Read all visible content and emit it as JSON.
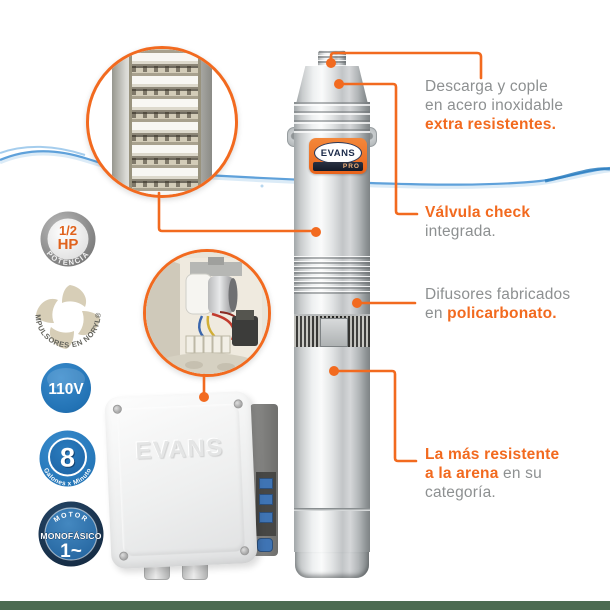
{
  "pump_label": {
    "brand": "EVANS",
    "series": "PRO"
  },
  "control_box": {
    "brand": "EVANS"
  },
  "badges": {
    "power": {
      "value": "1/2",
      "unit": "HP",
      "ring_label": "POTENCIA"
    },
    "impellers": {
      "ring_label": "IMPULSORES EN NORYL®"
    },
    "voltage": {
      "value": "110V"
    },
    "flow": {
      "value": "8",
      "ring_label": "Galones x Minuto"
    },
    "motor": {
      "top_label": "MOTOR",
      "name": "MONOFÁSICO",
      "phase": "1~"
    }
  },
  "callouts": {
    "discharge": {
      "line1": "Descarga y cople",
      "line2": "en acero inoxidable",
      "line3_bold": "extra resistentes."
    },
    "check_valve": {
      "line1_bold": "Válvula check",
      "line2": "integrada."
    },
    "diffusers": {
      "line1": "Difusores fabricados",
      "line2_prefix": "en ",
      "line2_bold": "policarbonato."
    },
    "sand": {
      "line1_bold": "La más resistente",
      "line2_bold": "a la arena",
      "line2_rest": " en su",
      "line3": "categoría."
    }
  },
  "colors": {
    "accent_orange": "#F26A1F",
    "text_gray": "#8D9091",
    "water_blue": "#4E97D6",
    "badge_blue": "#2B80C2",
    "badge_navy": "#1D3B5A",
    "label_orange": "#ED6A1E",
    "footer_green": "#4C6B51",
    "noryl_beige": "#D7CEB7"
  }
}
